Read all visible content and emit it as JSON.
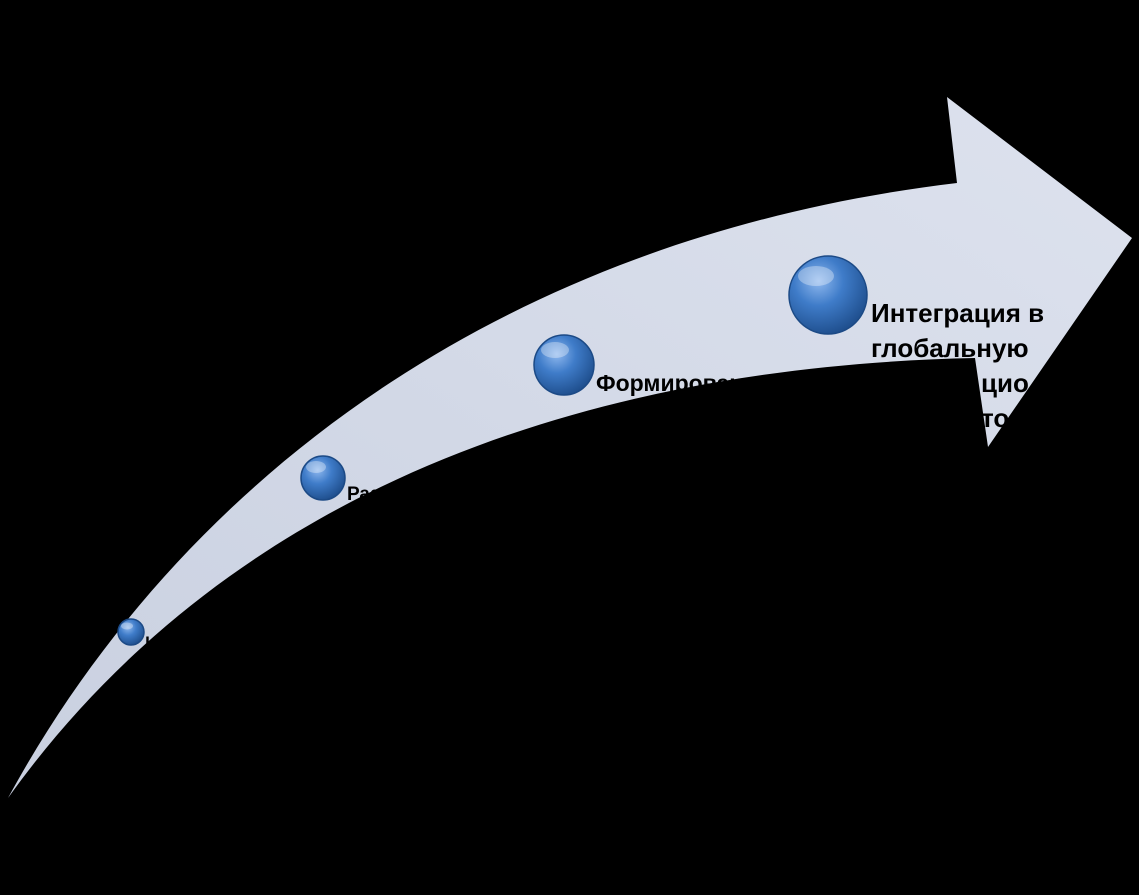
{
  "colors": {
    "background": "#000000",
    "arrow_fill": "#d5dbe8",
    "bubble": "#3d7bc8",
    "bubble_dark": "#1f4f8e",
    "bubble_highlight": "#9cc3f0",
    "text": "#000000"
  },
  "steps": [
    {
      "label": "И"
    },
    {
      "label": "Разви\nн"
    },
    {
      "label": "Формирование\nнаци"
    },
    {
      "label": "Интеграция в\nглобальную\nцио\nто"
    }
  ]
}
